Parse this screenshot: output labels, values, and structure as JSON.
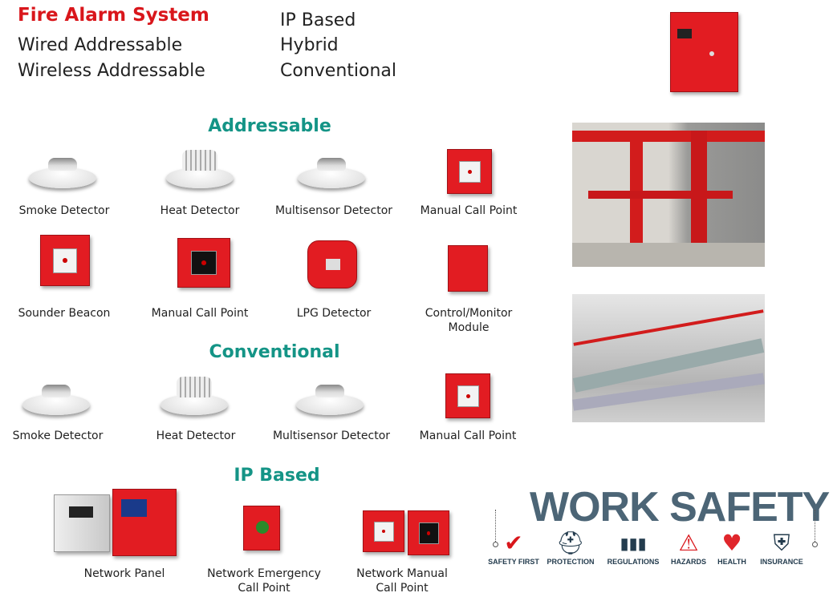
{
  "header": {
    "title": "Fire Alarm System",
    "types_left": [
      "Wired Addressable",
      "Wireless Addressable"
    ],
    "types_right": [
      "IP Based",
      "Hybrid",
      "Conventional"
    ]
  },
  "sections": {
    "addressable": {
      "heading": "Addressable",
      "items": [
        "Smoke Detector",
        "Heat Detector",
        "Multisensor Detector",
        "Manual Call Point",
        "Sounder Beacon",
        "Manual Call Point",
        "LPG Detector",
        "Control/Monitor",
        "Module"
      ]
    },
    "conventional": {
      "heading": "Conventional",
      "items": [
        "Smoke Detector",
        "Heat Detector",
        "Multisensor Detector",
        "Manual Call Point"
      ]
    },
    "ip": {
      "heading": "IP Based",
      "items": [
        "Network Panel",
        "Network Emergency",
        "Call Point",
        "Network Manual",
        "Call Point"
      ]
    }
  },
  "work_safety": {
    "title": "WORK SAFETY",
    "items": [
      {
        "label": "SAFETY FIRST",
        "icon": "✔"
      },
      {
        "label": "PROTECTION",
        "icon": "⛑"
      },
      {
        "label": "REGULATIONS",
        "icon": "▮▮▮"
      },
      {
        "label": "HAZARDS",
        "icon": "⚠"
      },
      {
        "label": "HEALTH",
        "icon": "♥"
      },
      {
        "label": "INSURANCE",
        "icon": "⛨"
      }
    ]
  },
  "colors": {
    "brand_red": "#d9161b",
    "teal": "#149486",
    "slate": "#4c6576"
  }
}
